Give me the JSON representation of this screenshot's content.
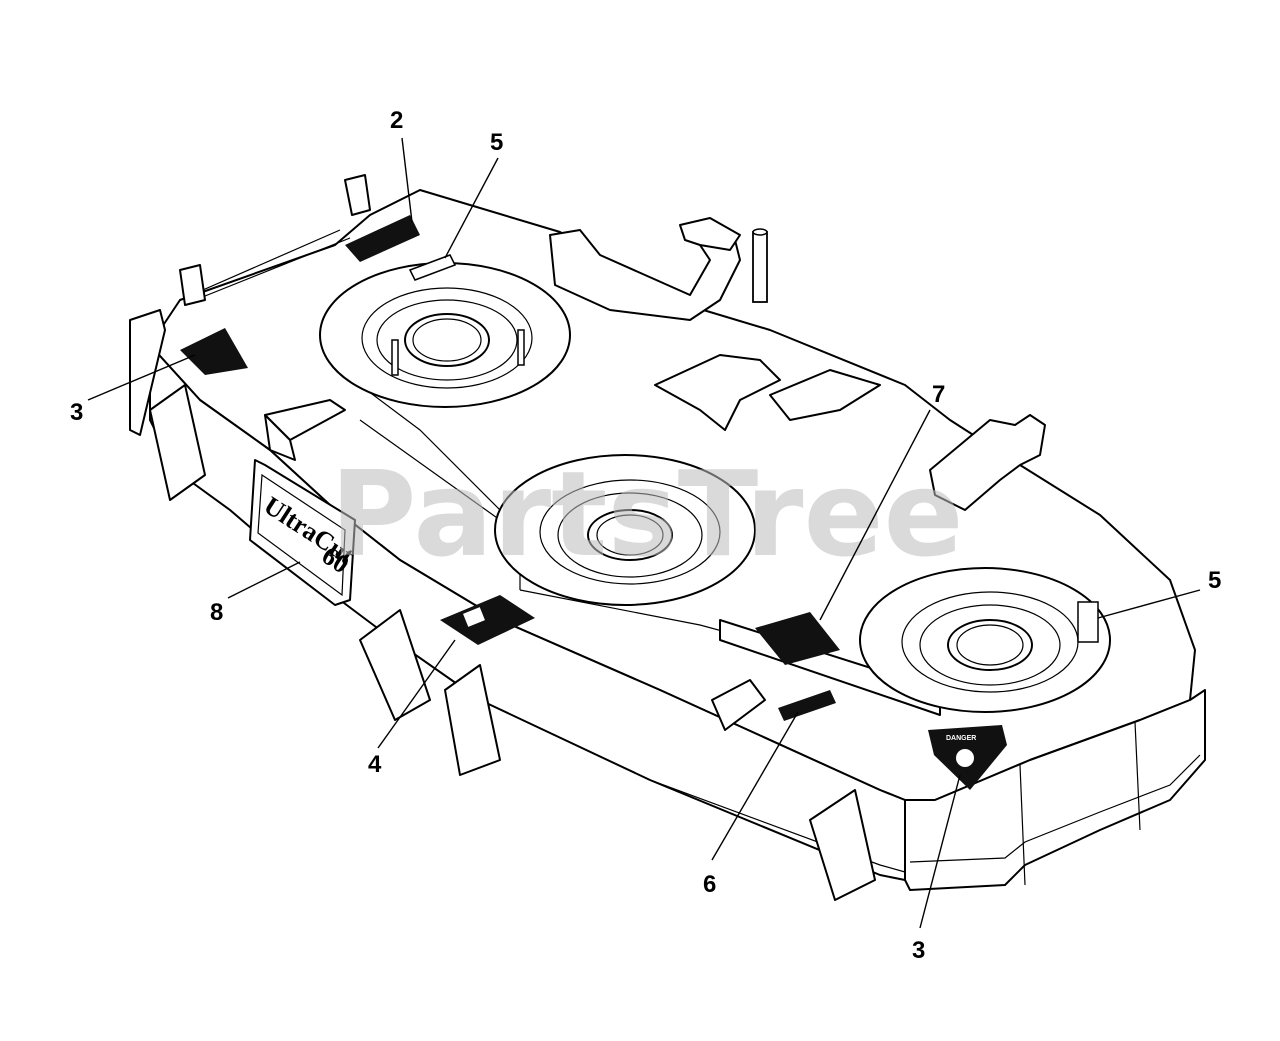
{
  "watermark": "PartsTree",
  "brand": {
    "name": "UltraCut",
    "size": "60"
  },
  "decal_text": {
    "danger": "DANGER"
  },
  "callouts": [
    {
      "id": "c2",
      "label": "2"
    },
    {
      "id": "c5a",
      "label": "5"
    },
    {
      "id": "c3a",
      "label": "3"
    },
    {
      "id": "c7",
      "label": "7"
    },
    {
      "id": "c5b",
      "label": "5"
    },
    {
      "id": "c8",
      "label": "8"
    },
    {
      "id": "c4",
      "label": "4"
    },
    {
      "id": "c6",
      "label": "6"
    },
    {
      "id": "c3b",
      "label": "3"
    }
  ]
}
